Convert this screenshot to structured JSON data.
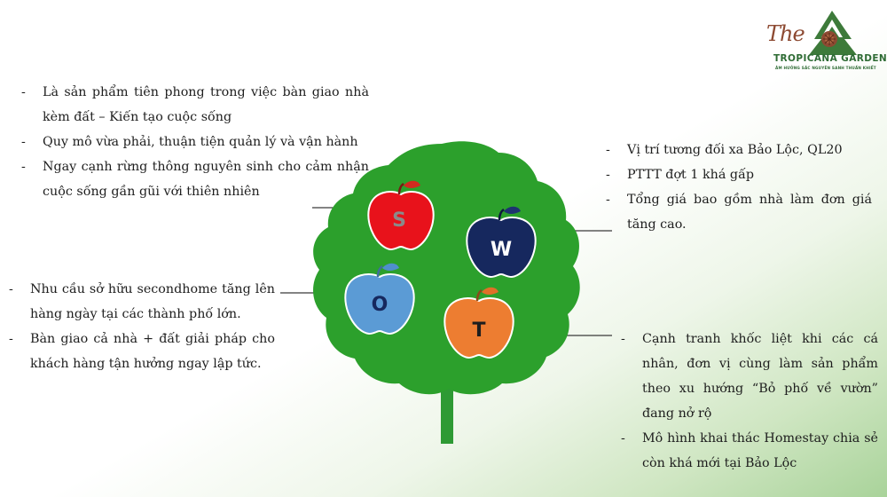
{
  "logo": {
    "script": "The",
    "name": "TROPICANA GARDEN",
    "tagline": "ÂM HƯỞNG SẮC NGUYÊN SANH THUẦN KHIẾT"
  },
  "swot": {
    "strengths": {
      "letter": "S",
      "color": "#e8121b",
      "items": [
        "Là sản phẩm tiên phong trong việc bàn giao nhà kèm đất – Kiến tạo cuộc sống",
        "Quy mô vừa phải, thuận tiện quản lý và vận hành",
        "Ngay cạnh rừng thông nguyên sinh cho cảm nhận cuộc sống gần gũi với thiên nhiên"
      ]
    },
    "weaknesses": {
      "letter": "W",
      "color": "#16285e",
      "items": [
        "Vị trí tương đối xa Bảo Lộc, QL20",
        "PTTT đợt 1 khá gấp",
        "Tổng giá bao gồm nhà làm đơn giá tăng cao."
      ]
    },
    "opportunities": {
      "letter": "O",
      "color": "#5b9bd5",
      "items": [
        "Nhu cầu sở hữu secondhome tăng lên hàng ngày tại các thành phố lớn.",
        "Bàn giao cả nhà + đất giải pháp cho khách hàng tận hưởng ngay lập tức."
      ]
    },
    "threats": {
      "letter": "T",
      "color": "#ed7d31",
      "items": [
        "Cạnh tranh khốc liệt khi các cá nhân, đơn vị cùng làm sản phẩm theo xu hướng “Bỏ phố về vườn” đang nở rộ",
        "Mô hình khai thác Homestay chia sẻ còn khá mới tại Bảo Lộc"
      ]
    }
  },
  "tree": {
    "color": "#2ca02c",
    "trunk_color": "#2e9a34"
  }
}
